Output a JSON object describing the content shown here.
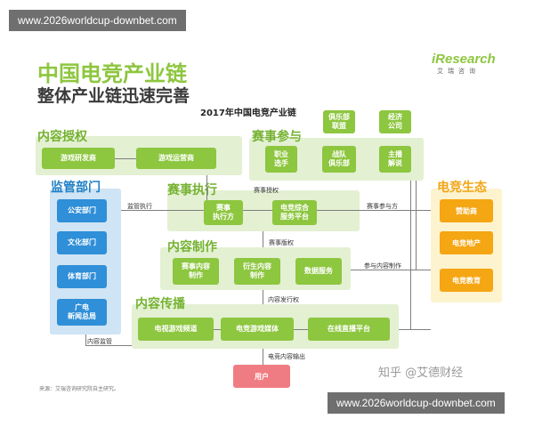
{
  "watermark": {
    "top": "www.2026worldcup-downbet.com",
    "bottom": "www.2026worldcup-downbet.com"
  },
  "titles": {
    "main": "中国电竞产业链",
    "sub": "整体产业链迅速完善",
    "chart": "2017年中国电竞产业链"
  },
  "logo": {
    "brand": "iResearch",
    "cn": "艾瑞咨询"
  },
  "sections": {
    "content_license": {
      "title": "内容授权",
      "items": [
        "游戏研发商",
        "游戏运营商"
      ]
    },
    "event_participation": {
      "title": "赛事参与",
      "row1": [
        "俱乐部\n联盟",
        "经济\n公司"
      ],
      "row2": [
        "职业\n选手",
        "战队\n俱乐部",
        "主播\n解说"
      ]
    },
    "regulation": {
      "title": "监管部门",
      "items": [
        "公安部门",
        "文化部门",
        "体育部门",
        "广电\n新闻总局"
      ]
    },
    "event_execution": {
      "title": "赛事执行",
      "items": [
        "赛事\n执行方",
        "电竞综合\n服务平台"
      ]
    },
    "content_production": {
      "title": "内容制作",
      "items": [
        "赛事内容\n制作",
        "衍生内容\n制作",
        "数据服务"
      ]
    },
    "content_distribution": {
      "title": "内容传播",
      "items": [
        "电视游戏频道",
        "电竞游戏媒体",
        "在线直播平台"
      ]
    },
    "ecosystem": {
      "title": "电竞生态",
      "items": [
        "赞助商",
        "电竞地产",
        "电竞教育"
      ]
    },
    "user": {
      "label": "用户"
    }
  },
  "flow_labels": {
    "event_license": "赛事授权",
    "supervise_execution": "监管执行",
    "event_join": "赛事参与方",
    "event_copyright": "赛事版权",
    "join_production": "参与内容制作",
    "content_publish": "内容发行权",
    "content_supervise": "内容监管",
    "esports_output": "电竞内容输出"
  },
  "source": "来源：艾瑞咨询研究院自主研究。",
  "zhihu": "知乎 @艾德财经"
}
